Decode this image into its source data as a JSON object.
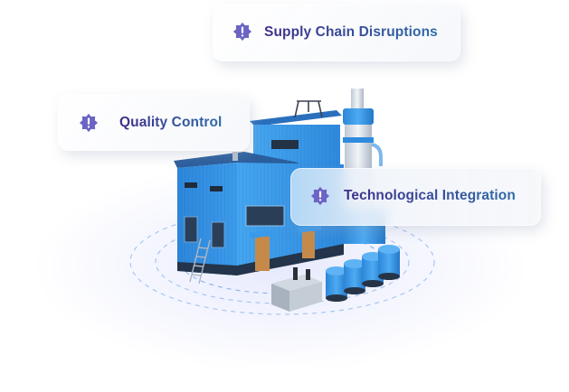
{
  "colors": {
    "badge": "#6B64C4",
    "text_gradient_start": "#3F2F8A",
    "text_gradient_end": "#2F6BA8",
    "factory_blue": "#2F8FE0",
    "factory_dark": "#1E5FA8",
    "door": "#C58A4A",
    "ring": "#6FA6EA"
  },
  "cards": [
    {
      "label": "Supply Chain Disruptions",
      "icon": "alert-badge-icon"
    },
    {
      "label": "Quality Control",
      "icon": "alert-badge-icon"
    },
    {
      "label": "Technological Integration",
      "icon": "alert-badge-icon"
    }
  ],
  "illustration": {
    "subject": "factory-building-icon",
    "elements": [
      "factory-building",
      "smokestack-tower",
      "storage-tanks",
      "generator-unit",
      "ladder",
      "dashed-orbit-rings"
    ]
  }
}
